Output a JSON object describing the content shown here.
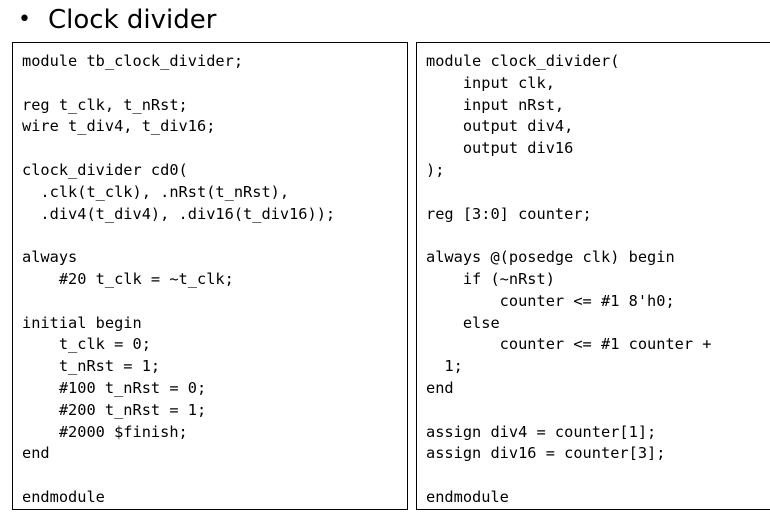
{
  "slide": {
    "bullet": "•",
    "title": "Clock divider"
  },
  "left_code": [
    "module tb_clock_divider;",
    "",
    "reg t_clk, t_nRst;",
    "wire t_div4, t_div16;",
    "",
    "clock_divider cd0(",
    "  .clk(t_clk), .nRst(t_nRst),",
    "  .div4(t_div4), .div16(t_div16));",
    "",
    "always",
    "    #20 t_clk = ~t_clk;",
    "",
    "initial begin",
    "    t_clk = 0;",
    "    t_nRst = 1;",
    "    #100 t_nRst = 0;",
    "    #200 t_nRst = 1;",
    "    #2000 $finish;",
    "end",
    "",
    "endmodule"
  ],
  "right_code": [
    "module clock_divider(",
    "    input clk,",
    "    input nRst,",
    "    output div4,",
    "    output div16",
    ");",
    "",
    "reg [3:0] counter;",
    "",
    "always @(posedge clk) begin",
    "    if (~nRst)",
    "        counter <= #1 8'h0;",
    "    else",
    "        counter <= #1 counter +",
    "  1;",
    "end",
    "",
    "assign div4 = counter[1];",
    "assign div16 = counter[3];",
    "",
    "endmodule"
  ]
}
